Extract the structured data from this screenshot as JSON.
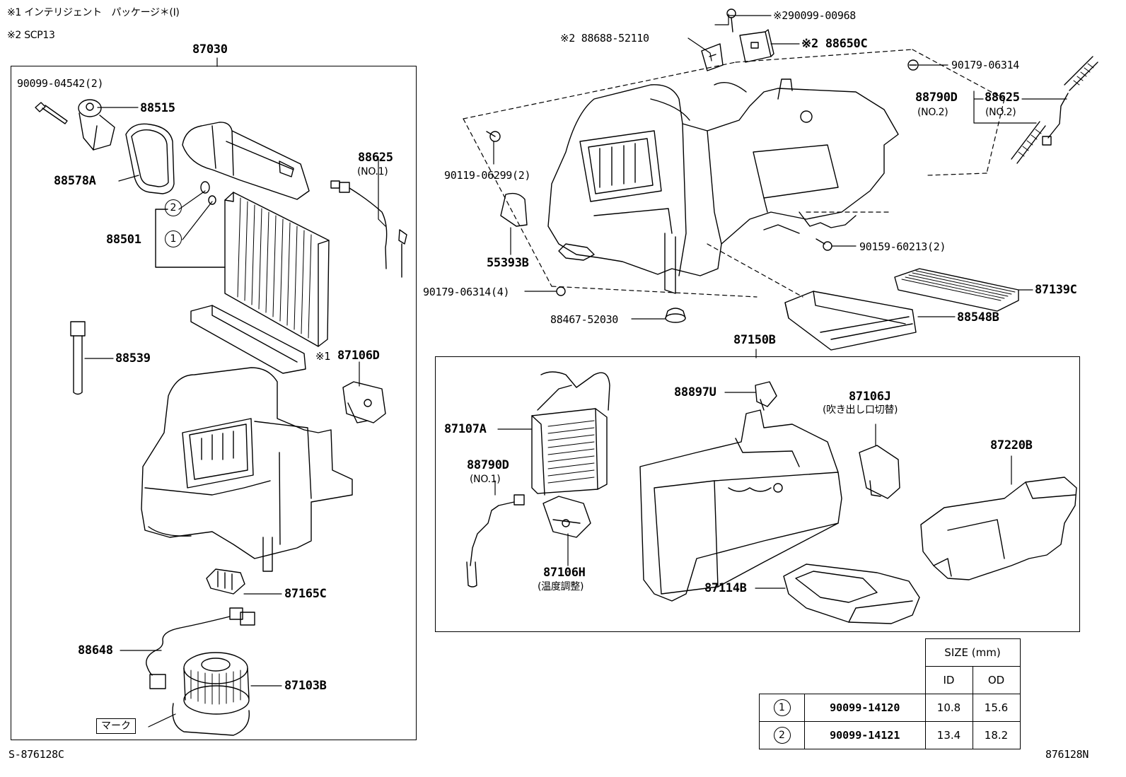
{
  "notes": {
    "note1": "※1 インテリジェント　パッケージ＊(I)",
    "note2": "※2 SCP13"
  },
  "labels": {
    "assy": "87030",
    "p90099_04542": "90099-04542(2)",
    "p88515": "88515",
    "p88578A": "88578A",
    "p88625_no1": "88625",
    "p88625_no1_sub": "(NO.1)",
    "p88501": "88501",
    "p88539": "88539",
    "p87106D_prefix": "※1",
    "p87106D": "87106D",
    "p87165C": "87165C",
    "p88648": "88648",
    "p87103B": "87103B",
    "mark": "マーク",
    "p88688": "※2 88688-52110",
    "p90099_00968": "※290099-00968",
    "p88650C": "※2 88650C",
    "p90179_06314": "90179-06314",
    "p88790D_no2": "88790D",
    "p88790D_no2_sub": "(NO.2)",
    "p88625_no2": "88625",
    "p88625_no2_sub": "(NO.2)",
    "p90119": "90119-06299(2)",
    "p55393B": "55393B",
    "p90159": "90159-60213(2)",
    "p90179_4": "90179-06314(4)",
    "p88467": "88467-52030",
    "p87139C": "87139C",
    "p88548B": "88548B",
    "p87150B": "87150B",
    "p88897U": "88897U",
    "p87106J": "87106J",
    "p87106J_sub": "(吹き出し口切替)",
    "p87107A": "87107A",
    "p87220B": "87220B",
    "p88790D_no1": "88790D",
    "p88790D_no1_sub": "(NO.1)",
    "p87106H": "87106H",
    "p87106H_sub": "(温度調整)",
    "p87114B": "87114B"
  },
  "circled": {
    "c1": "1",
    "c2": "2"
  },
  "size_table": {
    "title": "SIZE (mm)",
    "col_id": "ID",
    "col_od": "OD",
    "rows": [
      {
        "mark": "1",
        "part": "90099-14120",
        "id": "10.8",
        "od": "15.6"
      },
      {
        "mark": "2",
        "part": "90099-14121",
        "id": "13.4",
        "od": "18.2"
      }
    ]
  },
  "footer": {
    "left": "S-876128C",
    "right": "876128N"
  }
}
